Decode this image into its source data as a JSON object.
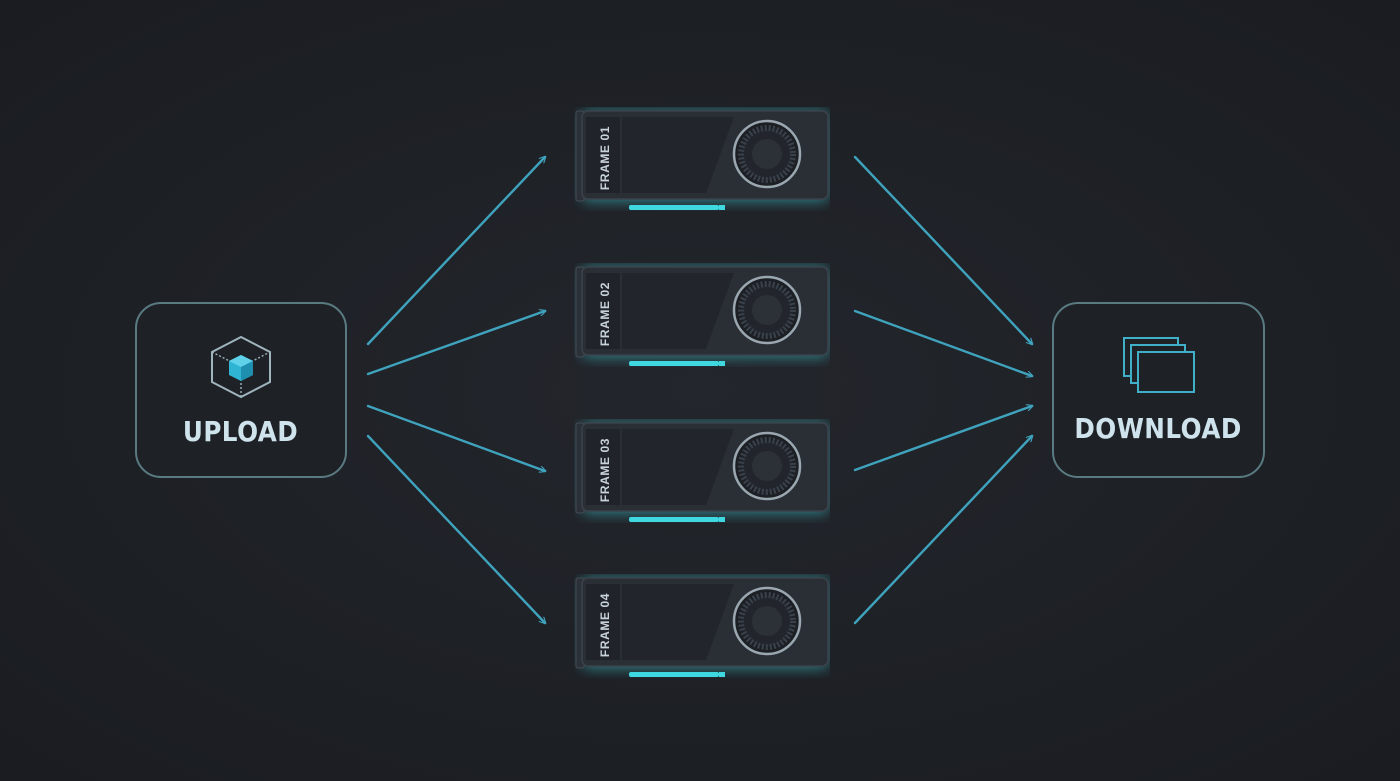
{
  "upload": {
    "label": "UPLOAD",
    "icon": "cube-icon"
  },
  "download": {
    "label": "DOWNLOAD",
    "icon": "stacked-frames-icon"
  },
  "frames": [
    {
      "label": "FRAME 01"
    },
    {
      "label": "FRAME 02"
    },
    {
      "label": "FRAME 03"
    },
    {
      "label": "FRAME 04"
    }
  ],
  "colors": {
    "background": "#1d2025",
    "arrow": "#3fa3bd",
    "glow": "#3fd8e0",
    "box_border": "#5a7a82",
    "label": "#cfe3ec",
    "gpu_body": "#2a2f36"
  }
}
